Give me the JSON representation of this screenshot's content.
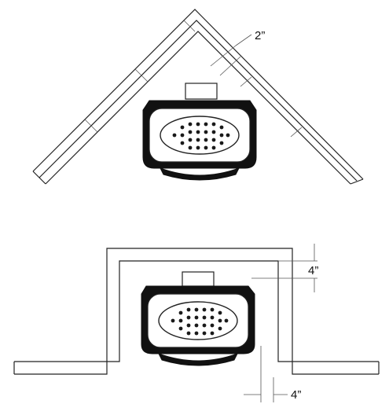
{
  "dimensions": {
    "corner_clearance": "2”",
    "ceiling_clearance": "4”",
    "wall_clearance": "4”"
  },
  "colors": {
    "line": "#222222",
    "body_fill": "#111111",
    "face_fill": "#ffffff",
    "grille_fill": "#1a1a1a"
  }
}
